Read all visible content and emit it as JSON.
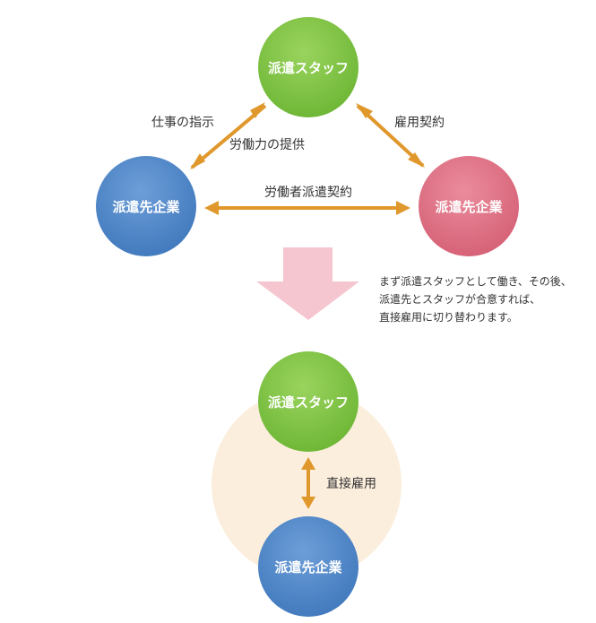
{
  "top_diagram": {
    "staff_node": "派遣スタッフ",
    "client_node": "派遣先企業",
    "agency_node": "派遣先企業",
    "instruction_label": "仕事の指示",
    "labor_label": "労働力の提供",
    "employment_contract_label": "雇用契約",
    "dispatch_contract_label": "労働者派遣契約"
  },
  "note": {
    "lines": [
      "まず派遣スタッフとして働き、その後、",
      "派遣先とスタッフが合意すれば、",
      "直接雇用に切り替わります。"
    ]
  },
  "bottom_diagram": {
    "staff_node": "派遣スタッフ",
    "client_node": "派遣先企業",
    "direct_hire_label": "直接雇用"
  },
  "colors": {
    "green": "#7cc242",
    "blue": "#4a86c8",
    "pink": "#de6f83",
    "arrow_orange": "#e0982c",
    "down_arrow": "#f5c6cf",
    "circle_background": "#fbeedd"
  }
}
